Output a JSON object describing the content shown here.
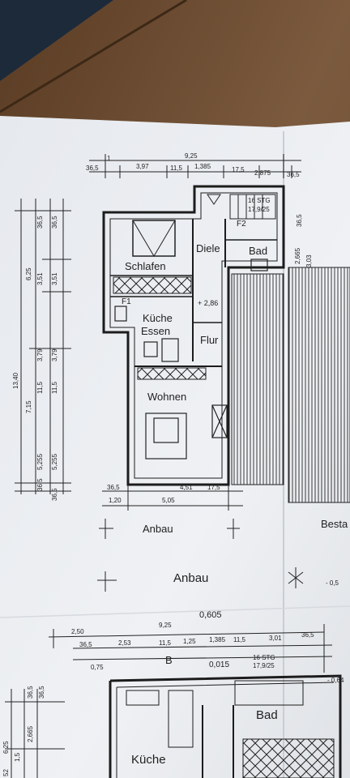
{
  "rooms": {
    "schlafen": "Schlafen",
    "diele": "Diele",
    "bad": "Bad",
    "kueche": "Küche",
    "essen": "Essen",
    "flur": "Flur",
    "wohnen": "Wohnen",
    "bad_lower": "Bad",
    "kueche_lower": "Küche"
  },
  "labels": {
    "anbau_small": "Anbau",
    "anbau_large": "Anbau",
    "besta": "Besta",
    "f1": "F1",
    "f2": "F2",
    "stg_upper": "16 STG",
    "stg_upper_ratio": "17,9/25",
    "stg_lower": "16 STG",
    "stg_lower_ratio": "17,9/25",
    "section_b": "B",
    "height_286": "+ 2,86"
  },
  "dimensions_top": {
    "overall": "9,25",
    "d1": "36,5",
    "d2": "3,97",
    "d3": "11,5",
    "d4": "1,385",
    "d5": "17,5",
    "d6": "2,875",
    "d7": "36,5",
    "d8": "1"
  },
  "dimensions_left": {
    "total": "13,40",
    "part_a": "7,15",
    "part_b": "5,255",
    "part_c": "5,255",
    "part_d": "36,5",
    "part_e": "36,5",
    "part_f": "6,25",
    "part_g": "3,79",
    "part_h": "3,79",
    "part_i": "3,51",
    "part_j": "3,51",
    "part_k": "11,5",
    "part_l": "11,5",
    "part_m": "36,5",
    "part_n": "36,5"
  },
  "dimensions_right": {
    "r1": "2,665",
    "r2": "3,03",
    "r3": "36,5"
  },
  "dimensions_bottom": {
    "b1": "36,5",
    "b2": "4,51",
    "b3": "17,5",
    "b4": "1,20",
    "b5": "5,05"
  },
  "dimensions_lower_plan": {
    "l1": "0,605",
    "l2": "9,25",
    "l3": "2,50",
    "l4": "36,5",
    "l5": "2,53",
    "l6": "11,5",
    "l7": "1,25",
    "l8": "1,385",
    "l9": "11,5",
    "l10": "3,01",
    "l11": "36,5",
    "l12": "0,75",
    "l13": "0,015",
    "l14": "- 0,5",
    "l15": "- 0,64",
    "l16": "2,665",
    "l17": "36,5",
    "l18": "36,5",
    "l19": "1,5",
    "l20": "6,25",
    "l21": "52"
  },
  "colors": {
    "wood": "#6e4f35",
    "paper": "#eceff2",
    "ink": "#1f1f1f"
  }
}
